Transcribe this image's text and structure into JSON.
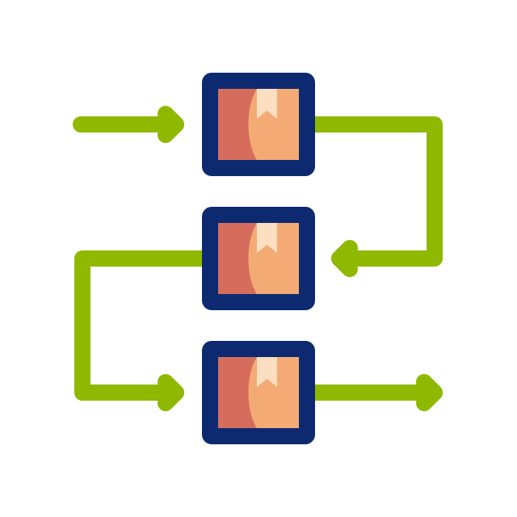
{
  "icon": {
    "name": "package-process-flow-icon",
    "colors": {
      "background": "#ffffff",
      "arrow": "#8fb900",
      "box_border": "#0d2a70",
      "box_dark": "#d66d5c",
      "box_light": "#f4aa74",
      "box_tape": "#fbdfc0"
    },
    "boxes": [
      {
        "id": "box-1",
        "icon": "package-box-icon"
      },
      {
        "id": "box-2",
        "icon": "package-box-icon"
      },
      {
        "id": "box-3",
        "icon": "package-box-icon"
      }
    ],
    "arrows": [
      {
        "id": "entry",
        "icon": "arrow-right-icon"
      },
      {
        "id": "box-1-to-box-2",
        "icon": "arrow-loop-back-icon"
      },
      {
        "id": "box-2-to-box-3",
        "icon": "arrow-loop-forward-icon"
      },
      {
        "id": "exit",
        "icon": "arrow-right-icon"
      }
    ]
  }
}
